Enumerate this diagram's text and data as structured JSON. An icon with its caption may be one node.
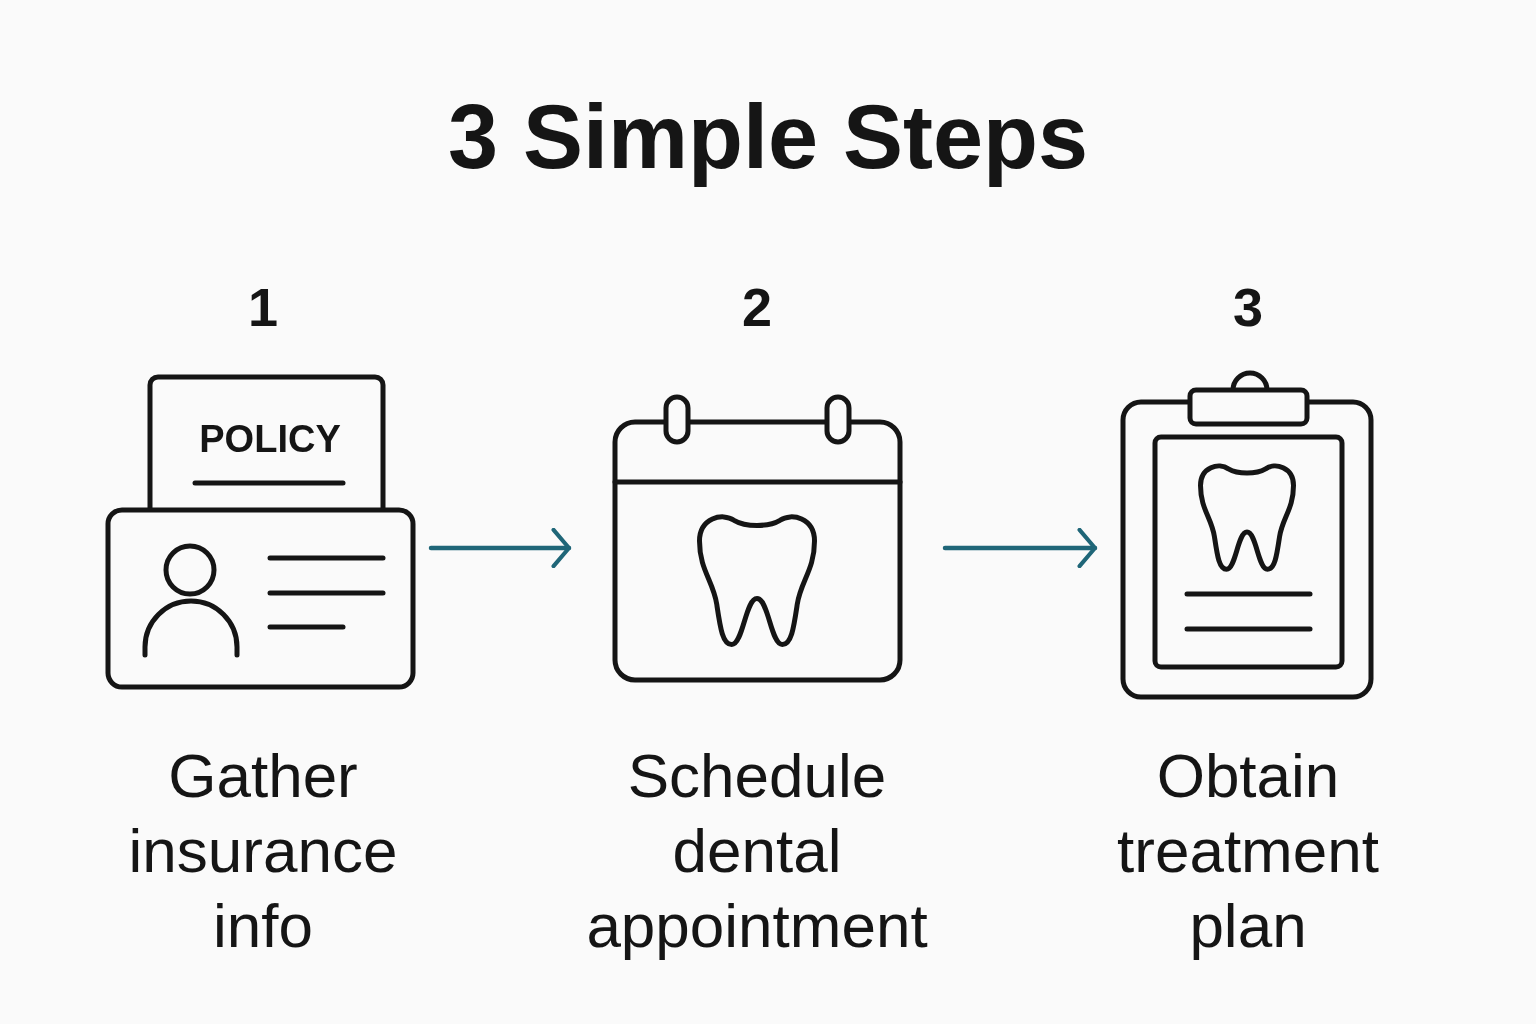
{
  "diagram": {
    "title": "3 Simple Steps",
    "nodes": [
      {
        "text": [
          "1",
          "Gather insurance info"
        ]
      },
      {
        "text": [
          "2",
          "Schedule dental appointment"
        ]
      },
      {
        "text": [
          "3",
          "Obtain treatment plan"
        ]
      }
    ],
    "edges": [
      {
        "from": 0,
        "to": 1,
        "arrow": "to"
      },
      {
        "from": 1,
        "to": 2,
        "arrow": "to"
      }
    ],
    "labels": [
      "POLICY"
    ]
  }
}
